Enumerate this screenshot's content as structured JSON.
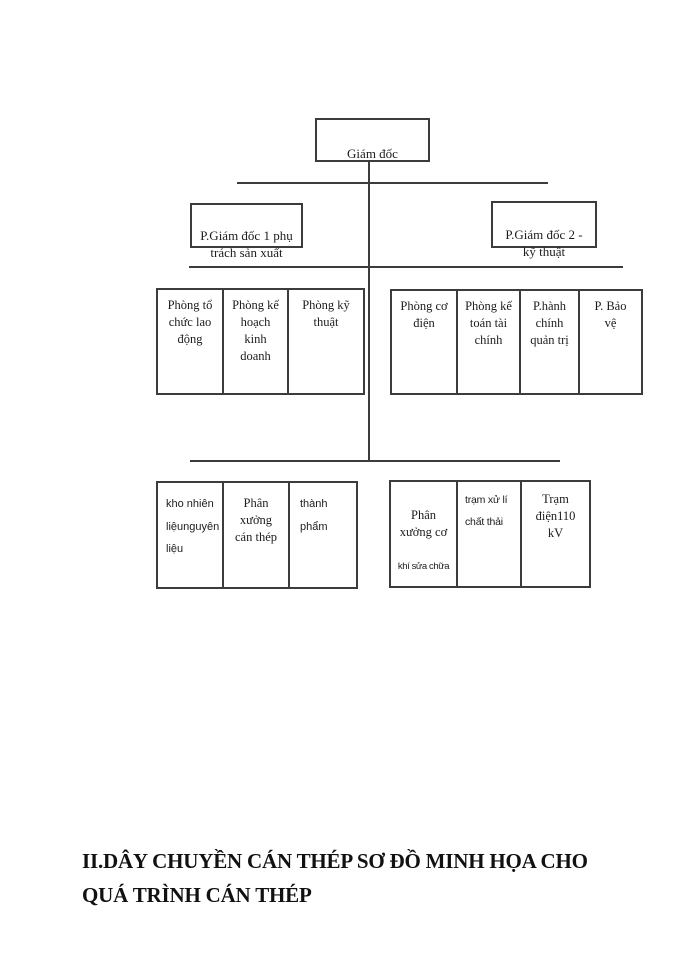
{
  "org_chart": {
    "director": {
      "label": "Giám đốc"
    },
    "deputies": [
      {
        "label": "P.Giám đốc 1 phụ\ntrách sản xuất"
      },
      {
        "label": "P.Giám đốc 2 -\nkỹ thuật"
      }
    ],
    "production_departments": [
      {
        "text": "Phòng tổ\nchức lao\nđộng"
      },
      {
        "text": "Phòng kế\nhoạch\nkinh\ndoanh"
      },
      {
        "text": "Phòng kỹ\nthuật"
      }
    ],
    "technical_departments": [
      {
        "text": "Phòng cơ\nđiện"
      },
      {
        "text": "Phòng kế\ntoán tài\nchính"
      },
      {
        "text": "P.hành\nchính\nquản trị"
      },
      {
        "text": "P. Bảo\nvệ"
      }
    ],
    "production_units": [
      {
        "text": "kho nhiên\nliệunguyên\nliệu"
      },
      {
        "text": "Phân\nxưởng\ncán thép"
      },
      {
        "text": "thành\nphẩm"
      }
    ],
    "technical_units": [
      {
        "main": "Phân\nxưởng cơ",
        "sub": "khí sửa chữa"
      },
      {
        "text": "trạm xử lí\nchất thải"
      },
      {
        "text": "Trạm\nđiện110\nkV"
      }
    ]
  },
  "heading": {
    "text": "II.DÂY CHUYỀN CÁN THÉP SƠ ĐỒ MINH HỌA CHO\nQUÁ TRÌNH CÁN THÉP"
  },
  "colors": {
    "line": "#3c3c3c",
    "text": "#1c1c1c",
    "background": "#ffffff"
  }
}
